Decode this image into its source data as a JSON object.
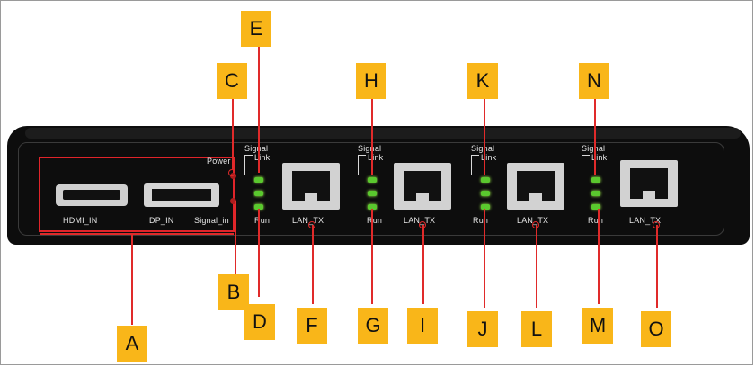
{
  "port_labels": {
    "hdmi": "HDMI_IN",
    "dp": "DP_IN",
    "signal_in": "Signal_in",
    "power": "Power",
    "lan_tx": "LAN_TX",
    "signal": "Signal",
    "link": "Link",
    "run": "Run"
  },
  "callouts": {
    "A": "A",
    "B": "B",
    "C": "C",
    "D": "D",
    "E": "E",
    "F": "F",
    "G": "G",
    "H": "H",
    "I": "I",
    "J": "J",
    "K": "K",
    "L": "L",
    "M": "M",
    "N": "N",
    "O": "O"
  },
  "colors": {
    "callout_fill": "#f9b619",
    "callout_line": "#e02a2a",
    "led_green": "#5ac82e",
    "device_body": "#0d0d0d"
  }
}
